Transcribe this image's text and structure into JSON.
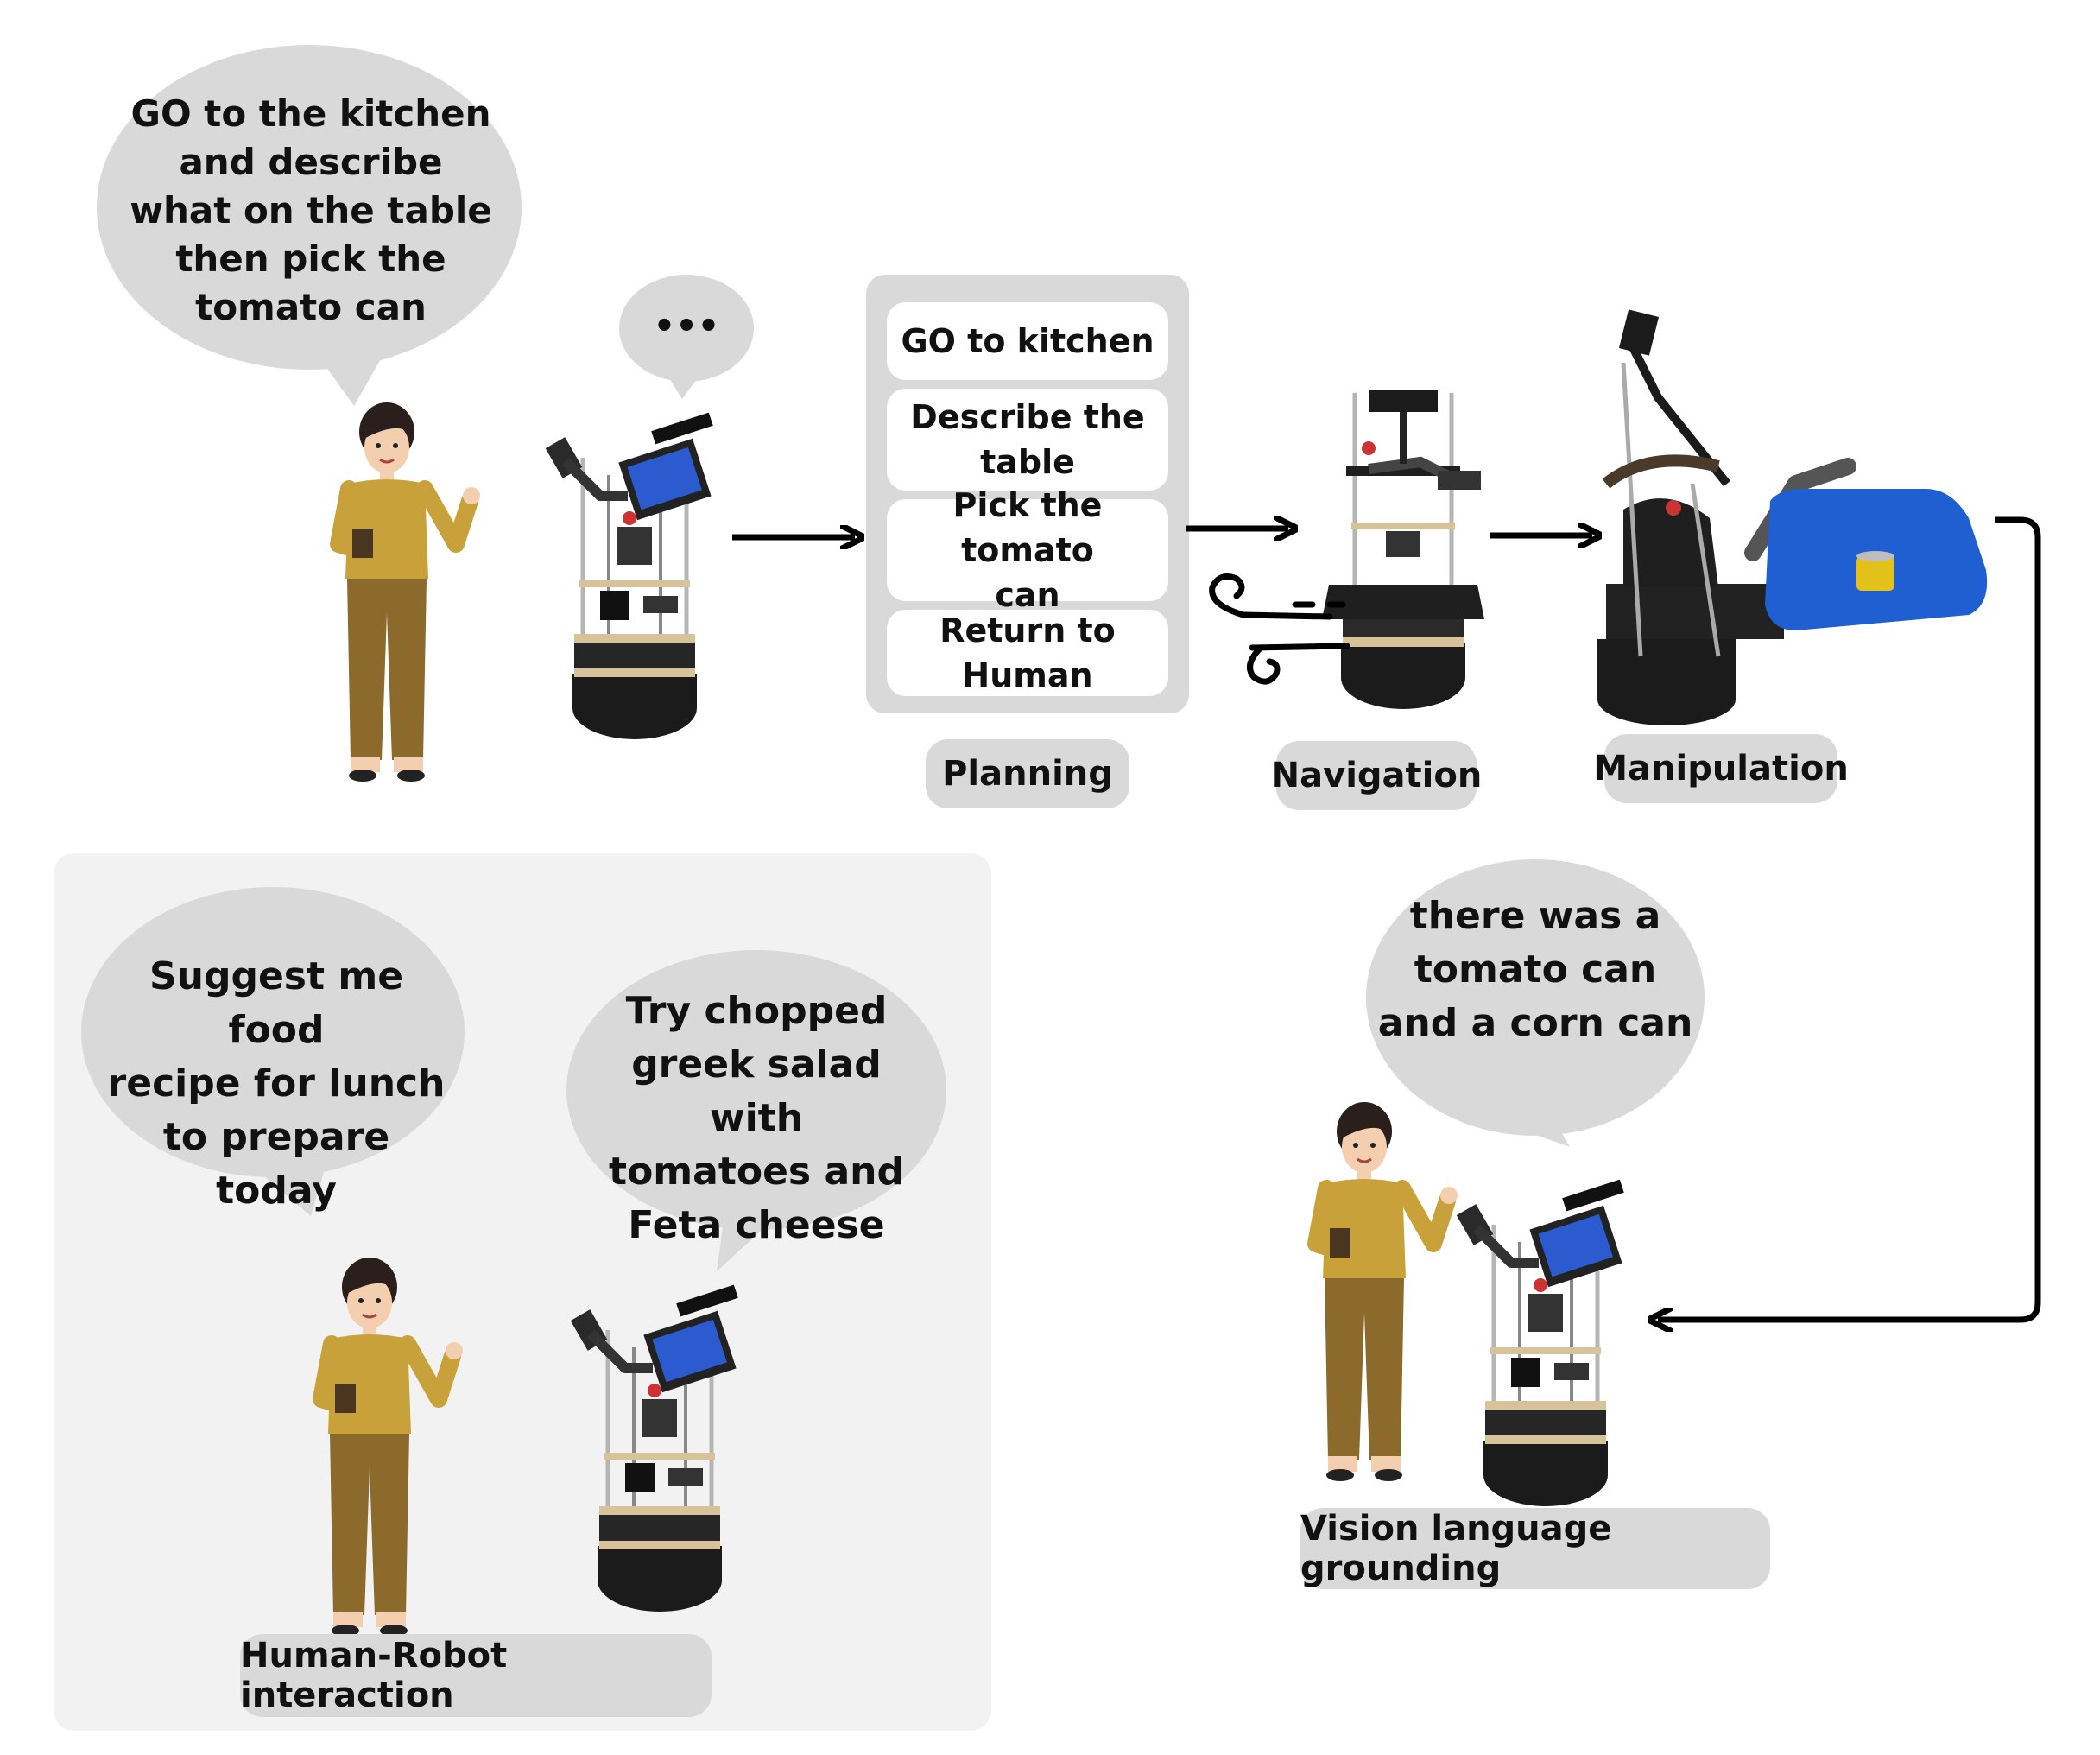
{
  "top": {
    "user_command": "GO to the kitchen\nand describe\nwhat on the table\nthen pick the\ntomato can",
    "robot_thinking": "•••"
  },
  "planning": {
    "steps": [
      "GO to kitchen",
      "Describe the\ntable",
      "Pick the tomato\ncan",
      "Return to Human"
    ],
    "label": "Planning"
  },
  "navigation": {
    "label": "Navigation"
  },
  "manipulation": {
    "label": "Manipulation"
  },
  "grounding": {
    "robot_reply": "there was a\ntomato can\nand a corn can",
    "label": "Vision language grounding"
  },
  "hri": {
    "user_request": "Suggest me food\nrecipe for lunch\nto prepare today",
    "robot_reply": "Try chopped\ngreek salad with\ntomatoes and\nFeta cheese",
    "label": "Human-Robot interaction"
  },
  "colors": {
    "bubble": "#d9d9d9",
    "panel": "#f2f2f2",
    "woman_top": "#c9a13a",
    "woman_pants": "#8b6a2c",
    "robot_dark": "#1b1b1b",
    "cushion": "#1f5fd1"
  }
}
